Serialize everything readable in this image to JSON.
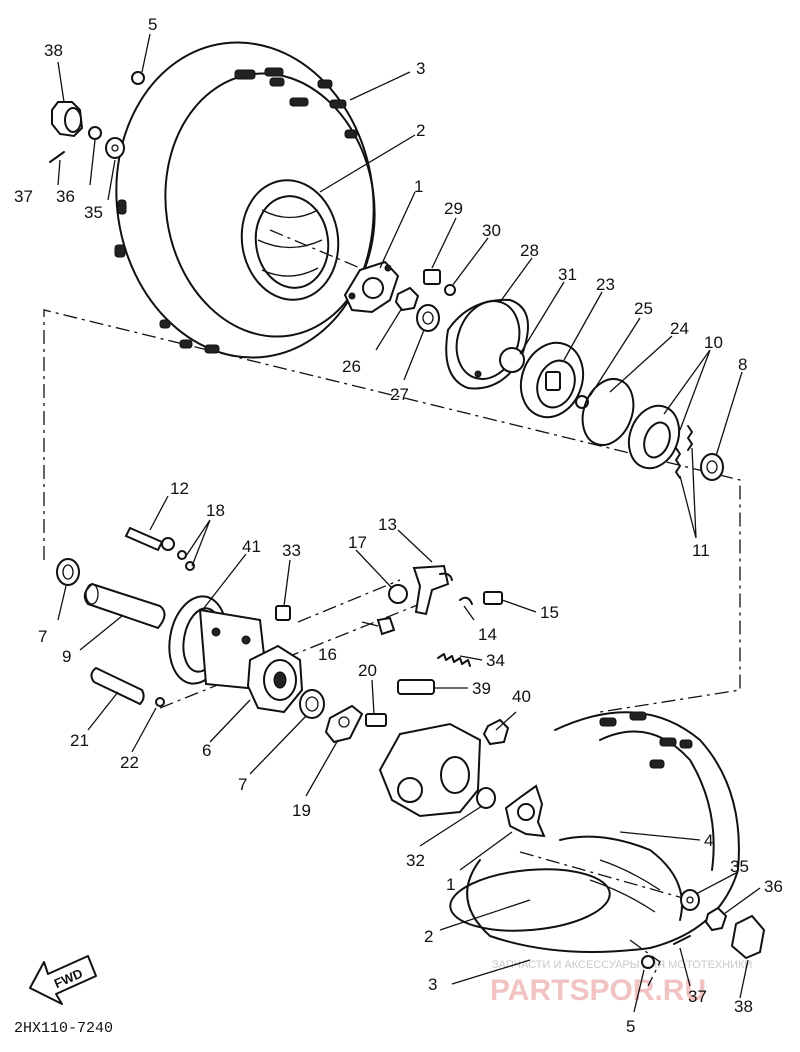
{
  "diagram_code": "2HX110-7240",
  "fwd_label": "FWD",
  "watermark": {
    "tagline": "ЗАПЧАСТИ И АКСЕССУАРЫ ДЛЯ МОТОТЕХНИКИ",
    "brand": "PARTSPOR.RU"
  },
  "callouts": {
    "c38a": "38",
    "c5a": "5",
    "c3a": "3",
    "c2a": "2",
    "c37a": "37",
    "c36a": "36",
    "c35a": "35",
    "c1a": "1",
    "c29": "29",
    "c30": "30",
    "c28": "28",
    "c31": "31",
    "c23": "23",
    "c25": "25",
    "c24": "24",
    "c10": "10",
    "c8": "8",
    "c26": "26",
    "c27": "27",
    "c11": "11",
    "c12": "12",
    "c18": "18",
    "c41": "41",
    "c33": "33",
    "c17": "17",
    "c13": "13",
    "c15": "15",
    "c14": "14",
    "c16": "16",
    "c34": "34",
    "c7a": "7",
    "c9": "9",
    "c20": "20",
    "c39": "39",
    "c40": "40",
    "c21": "21",
    "c22": "22",
    "c6": "6",
    "c7b": "7",
    "c19": "19",
    "c4": "4",
    "c32": "32",
    "c1b": "1",
    "c35b": "35",
    "c36b": "36",
    "c2b": "2",
    "c3b": "3",
    "c37b": "37",
    "c38b": "38",
    "c5b": "5"
  }
}
